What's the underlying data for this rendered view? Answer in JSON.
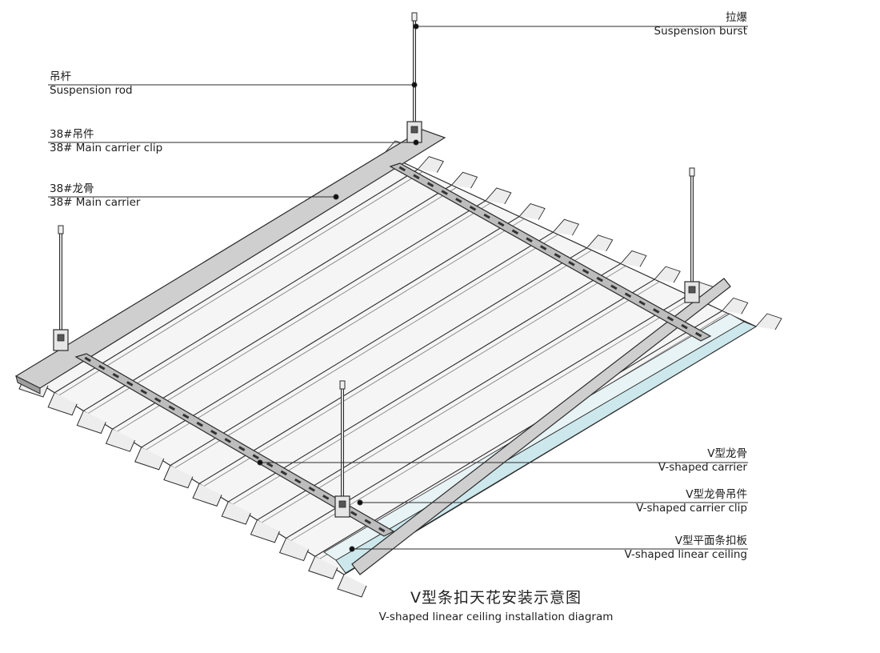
{
  "labels": {
    "suspension_burst": {
      "cn": "拉爆",
      "en": "Suspension burst"
    },
    "suspension_rod": {
      "cn": "吊杆",
      "en": "Suspension rod"
    },
    "main_carrier_clip": {
      "cn": "38#吊件",
      "en": "38# Main carrier clip"
    },
    "main_carrier": {
      "cn": "38#龙骨",
      "en": "38# Main carrier"
    },
    "v_carrier": {
      "cn": "V型龙骨",
      "en": "V-shaped carrier"
    },
    "v_carrier_clip": {
      "cn": "V型龙骨吊件",
      "en": "V-shaped carrier clip"
    },
    "v_linear_ceiling": {
      "cn": "V型平面条扣板",
      "en": "V-shaped linear ceiling"
    }
  },
  "caption": {
    "cn": "V型条扣天花安装示意图",
    "en": "V-shaped linear ceiling installation diagram"
  },
  "colors": {
    "line": "#2b2b2b",
    "panel_fill": "#f2f2f2",
    "panel_shade": "#d9d9d9",
    "carrier_fill": "#bdbdbd",
    "highlight_fill": "#cde8ec"
  }
}
